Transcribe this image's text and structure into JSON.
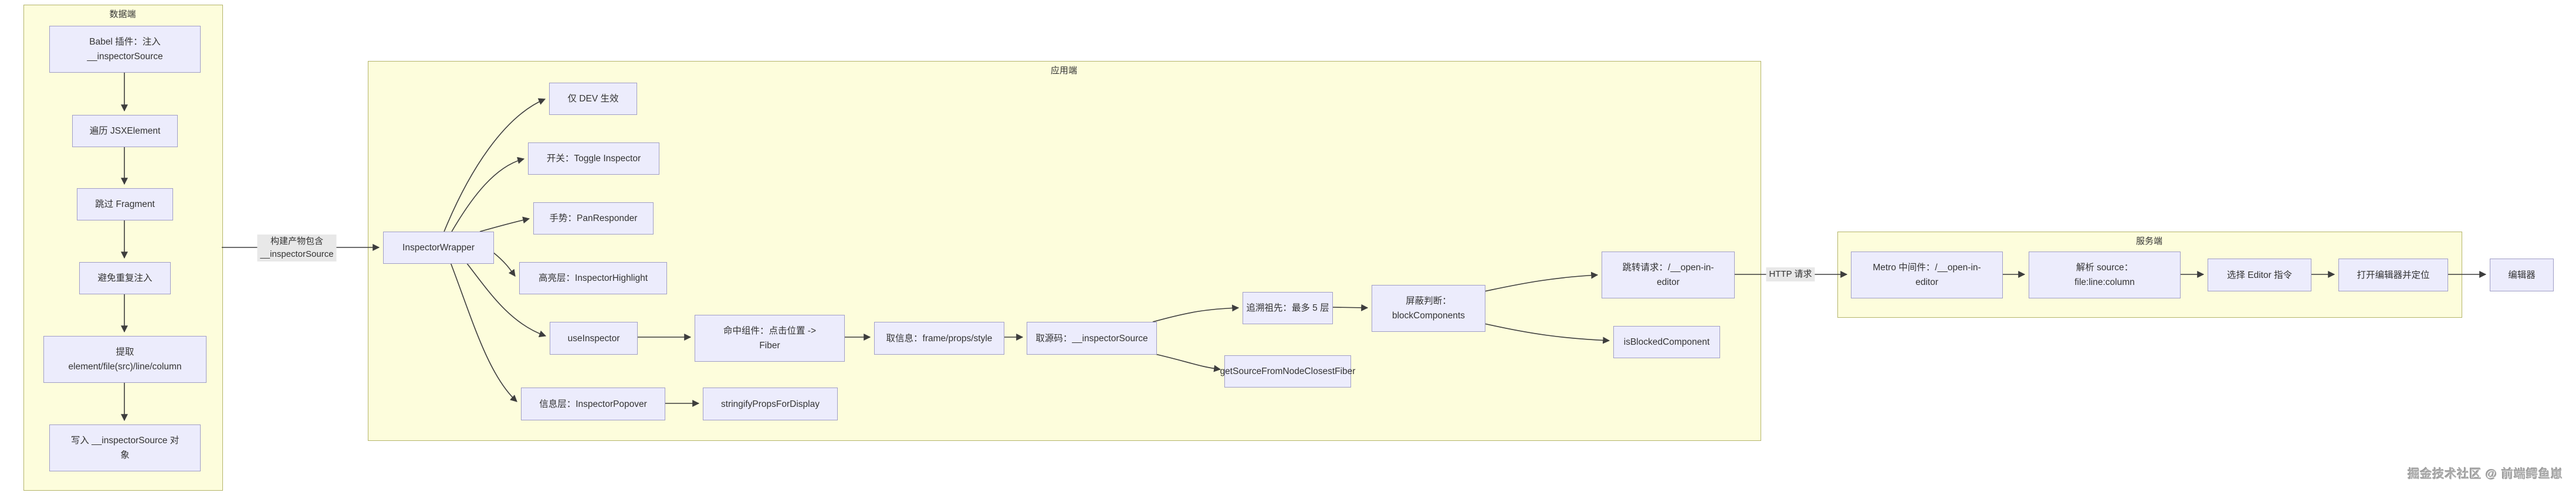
{
  "diagram": {
    "groups": [
      {
        "id": "data",
        "label": "数据端"
      },
      {
        "id": "app",
        "label": "应用端"
      },
      {
        "id": "server",
        "label": "服务端"
      }
    ],
    "nodes": [
      {
        "id": "babel",
        "group": "data",
        "label": "Babel 插件：注入\n__inspectorSource"
      },
      {
        "id": "traverse",
        "group": "data",
        "label": "遍历 JSXElement"
      },
      {
        "id": "skip_fragment",
        "group": "data",
        "label": "跳过 Fragment"
      },
      {
        "id": "avoid_dup",
        "group": "data",
        "label": "避免重复注入"
      },
      {
        "id": "extract",
        "group": "data",
        "label": "提取\nelement/file(src)/line/column"
      },
      {
        "id": "write_source",
        "group": "data",
        "label": "写入 __inspectorSource 对\n象"
      },
      {
        "id": "wrapper",
        "group": "app",
        "label": "InspectorWrapper"
      },
      {
        "id": "dev_only",
        "group": "app",
        "label": "仅 DEV 生效"
      },
      {
        "id": "toggle",
        "group": "app",
        "label": "开关：Toggle Inspector"
      },
      {
        "id": "gesture",
        "group": "app",
        "label": "手势：PanResponder"
      },
      {
        "id": "highlight",
        "group": "app",
        "label": "高亮层：InspectorHighlight"
      },
      {
        "id": "use_inspector",
        "group": "app",
        "label": "useInspector"
      },
      {
        "id": "popover",
        "group": "app",
        "label": "信息层：InspectorPopover"
      },
      {
        "id": "hit",
        "group": "app",
        "label": "命中组件：点击位置 ->\nFiber"
      },
      {
        "id": "stringify",
        "group": "app",
        "label": "stringifyPropsForDisplay"
      },
      {
        "id": "get_info",
        "group": "app",
        "label": "取信息：frame/props/style"
      },
      {
        "id": "get_source",
        "group": "app",
        "label": "取源码：__inspectorSource"
      },
      {
        "id": "ancestors",
        "group": "app",
        "label": "追溯祖先：最多 5 层"
      },
      {
        "id": "block_judge",
        "group": "app",
        "label": "屏蔽判断：\nblockComponents"
      },
      {
        "id": "closest_fiber",
        "group": "app",
        "label": "getSourceFromNodeClosestFiber"
      },
      {
        "id": "jump_request",
        "group": "app",
        "label": "跳转请求：/__open-in-\neditor"
      },
      {
        "id": "is_blocked",
        "group": "app",
        "label": "isBlockedComponent"
      },
      {
        "id": "metro",
        "group": "server",
        "label": "Metro 中间件：/__open-in-\neditor"
      },
      {
        "id": "parse_source",
        "group": "server",
        "label": "解析 source：\nfile:line:column"
      },
      {
        "id": "choose_editor",
        "group": "server",
        "label": "选择 Editor 指令"
      },
      {
        "id": "open_editor",
        "group": "server",
        "label": "打开编辑器并定位"
      },
      {
        "id": "editor",
        "group": null,
        "label": "编辑器"
      }
    ],
    "edges": [
      {
        "from": "babel",
        "to": "traverse"
      },
      {
        "from": "traverse",
        "to": "skip_fragment"
      },
      {
        "from": "skip_fragment",
        "to": "avoid_dup"
      },
      {
        "from": "avoid_dup",
        "to": "extract"
      },
      {
        "from": "extract",
        "to": "write_source"
      },
      {
        "from": "data_group",
        "to": "wrapper",
        "label": "构建产物包含\n__inspectorSource"
      },
      {
        "from": "wrapper",
        "to": "dev_only"
      },
      {
        "from": "wrapper",
        "to": "toggle"
      },
      {
        "from": "wrapper",
        "to": "gesture"
      },
      {
        "from": "wrapper",
        "to": "highlight"
      },
      {
        "from": "wrapper",
        "to": "use_inspector"
      },
      {
        "from": "wrapper",
        "to": "popover"
      },
      {
        "from": "use_inspector",
        "to": "hit"
      },
      {
        "from": "hit",
        "to": "get_info"
      },
      {
        "from": "get_info",
        "to": "get_source"
      },
      {
        "from": "popover",
        "to": "stringify"
      },
      {
        "from": "get_source",
        "to": "ancestors"
      },
      {
        "from": "get_source",
        "to": "closest_fiber"
      },
      {
        "from": "ancestors",
        "to": "block_judge"
      },
      {
        "from": "block_judge",
        "to": "jump_request"
      },
      {
        "from": "block_judge",
        "to": "is_blocked"
      },
      {
        "from": "jump_request",
        "to": "metro",
        "label": "HTTP 请求"
      },
      {
        "from": "metro",
        "to": "parse_source"
      },
      {
        "from": "parse_source",
        "to": "choose_editor"
      },
      {
        "from": "choose_editor",
        "to": "open_editor"
      },
      {
        "from": "open_editor",
        "to": "editor"
      }
    ]
  },
  "watermark": "掘金技术社区 @ 前端鳄鱼崽",
  "colors": {
    "node_fill": "#ececfc",
    "node_border": "#a09ec6",
    "group_fill": "#fdfddc",
    "group_border": "#b4b46a",
    "edge": "#3d3d3d",
    "edge_label_bg": "#e8e8e8",
    "text": "#333333"
  }
}
